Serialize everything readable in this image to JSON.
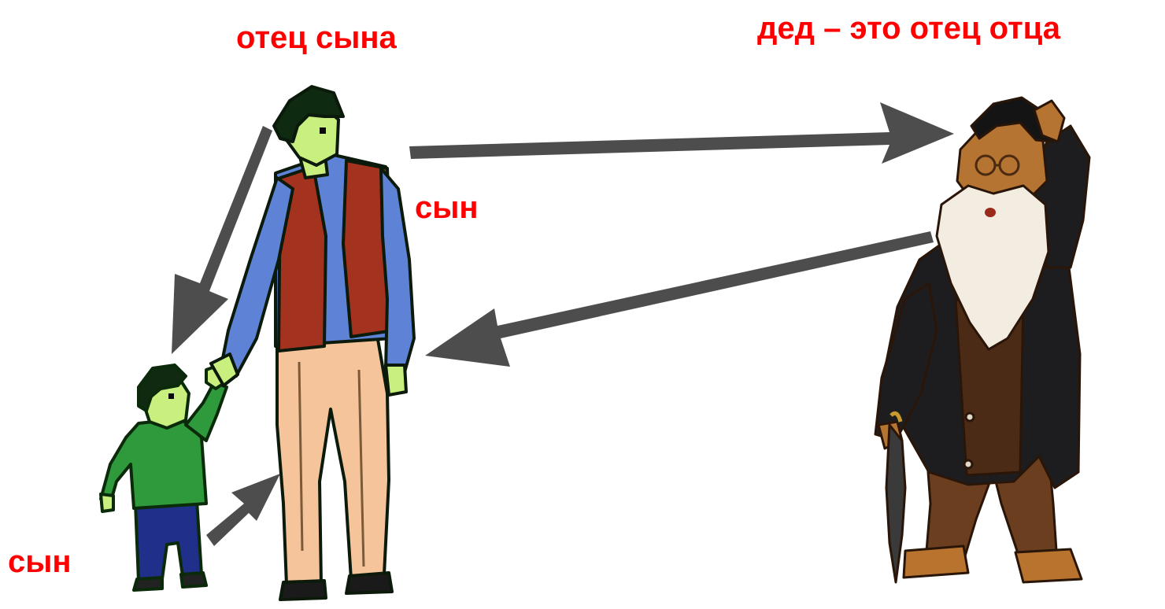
{
  "labels": {
    "father_of_son": "отец сына",
    "grandpa_definition": "дед – это отец отца",
    "son_middle": "сын",
    "son_left": "сын"
  },
  "figures": {
    "father": "father-figure",
    "child": "child-figure",
    "grandpa": "grandpa-figure"
  },
  "colors": {
    "label": "#ff0000",
    "arrow": "#4d4d4d",
    "child_shirt": "#2e9a3c",
    "child_pants": "#1f2f8a",
    "father_shirt": "#5e83d6",
    "father_vest": "#a3321e",
    "father_pants": "#f5c49a",
    "skin_pixel": "#c9f07f",
    "grandpa_jacket": "#1d1d1f",
    "grandpa_pants": "#6b3e20",
    "grandpa_skin": "#b57432",
    "grandpa_beard": "#f3ece0"
  }
}
